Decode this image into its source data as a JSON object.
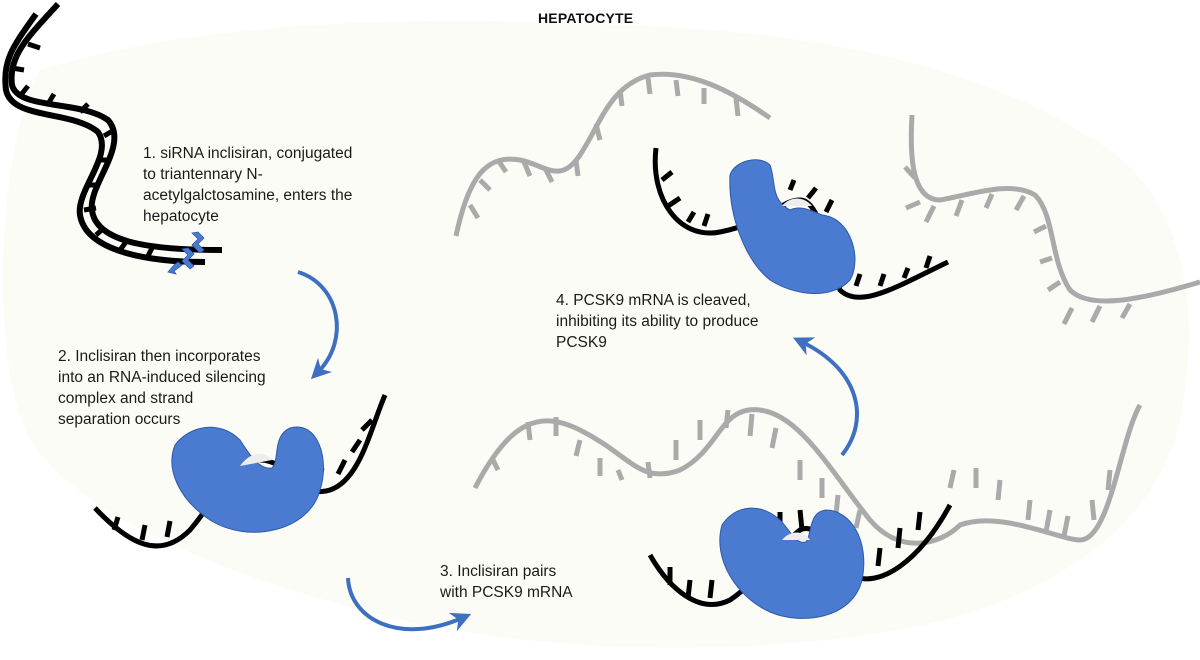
{
  "title": "HEPATOCYTE",
  "colors": {
    "cell_fill": "#fcfcf7",
    "sirna": "#000000",
    "mrna": "#aaaaaa",
    "risc": "#4a7bd1",
    "arrow": "#3f6fc0",
    "galnac": "#4a7bd1"
  },
  "steps": [
    {
      "id": 1,
      "lines": [
        "1. siRNA inclisiran, conjugated",
        "to triantennary N-",
        "acetylgalctosamine, enters the",
        "hepatocyte"
      ]
    },
    {
      "id": 2,
      "lines": [
        "2. Inclisiran then incorporates",
        "into an RNA-induced silencing",
        "complex and strand",
        "separation occurs"
      ]
    },
    {
      "id": 3,
      "lines": [
        "3. Inclisiran pairs",
        "with PCSK9 mRNA"
      ]
    },
    {
      "id": 4,
      "lines": [
        "4. PCSK9 mRNA is cleaved,",
        "inhibiting its ability to produce",
        "PCSK9"
      ]
    }
  ],
  "icons": {
    "sirna_duplex": "double-stranded-sirna-icon",
    "galnac": "galnac-ligand-icon",
    "risc": "risc-complex-icon",
    "mrna": "mrna-strand-icon",
    "arrow": "curved-arrow-icon"
  }
}
